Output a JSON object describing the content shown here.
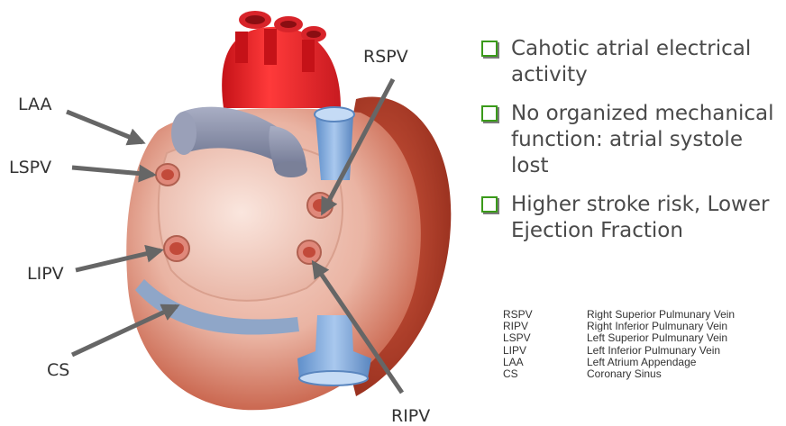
{
  "diagram": {
    "labels": {
      "laa": "LAA",
      "lspv": "LSPV",
      "lipv": "LIPV",
      "cs": "CS",
      "rspv": "RSPV",
      "ripv": "RIPV"
    }
  },
  "bullets": [
    "Cahotic atrial electrical activity",
    "No organized mechanical function: atrial systole lost",
    "Higher stroke risk, Lower Ejection Fraction"
  ],
  "legend": [
    {
      "abbr": "RSPV",
      "full": "Right Superior Pulmunary Vein"
    },
    {
      "abbr": "RIPV",
      "full": "Right Inferior Pulmunary Vein"
    },
    {
      "abbr": "LSPV",
      "full": "Left Superior Pulmunary Vein"
    },
    {
      "abbr": "LIPV",
      "full": "Left Inferior Pulmunary Vein"
    },
    {
      "abbr": "LAA",
      "full": "Left Atrium Appendage"
    },
    {
      "abbr": "CS",
      "full": "Coronary Sinus"
    }
  ],
  "colors": {
    "bullet_box": "#3a9a1a",
    "arrow": "#666666",
    "aorta": "#e8252a",
    "vein": "#8c93ad",
    "vena_cava": "#7fa8d8",
    "heart_tissue": "#efc0ae"
  }
}
